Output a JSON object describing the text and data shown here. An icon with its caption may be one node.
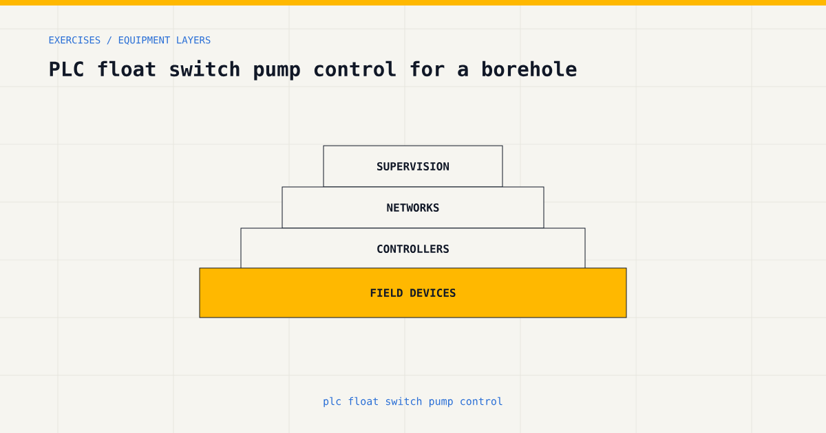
{
  "diagram": {
    "title": "PLC float switch pump control for a borehole",
    "caption": "plc float switch pump control",
    "nodes": [
      {
        "text": [
          "SUPERVISION"
        ]
      },
      {
        "text": [
          "NETWORKS"
        ]
      },
      {
        "text": [
          "CONTROLLERS"
        ]
      },
      {
        "text": [
          "FIELD DEVICES"
        ]
      }
    ],
    "labels": [
      "EXERCISES / EQUIPMENT LAYERS"
    ]
  }
}
